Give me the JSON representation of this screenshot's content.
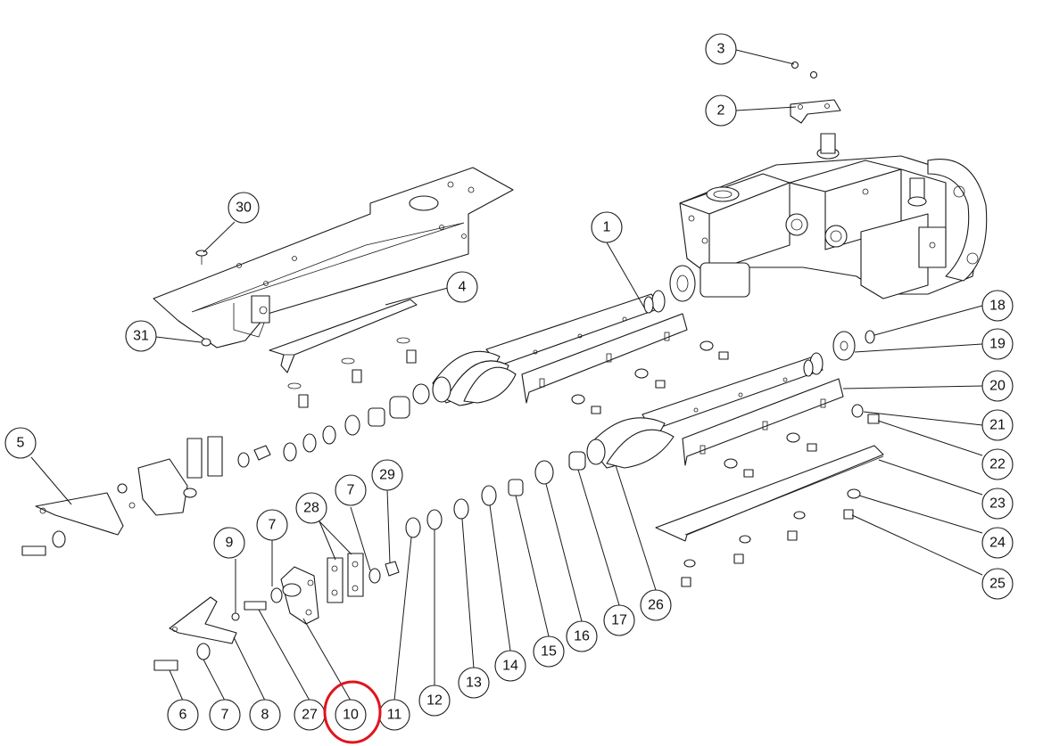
{
  "diagram": {
    "highlight_color": "#e0141e",
    "highlighted_callout": "10",
    "callouts": {
      "c1": "1",
      "c2": "2",
      "c3": "3",
      "c4": "4",
      "c5": "5",
      "c6": "6",
      "c7a": "7",
      "c7b": "7",
      "c7c": "7",
      "c8": "8",
      "c9": "9",
      "c10": "10",
      "c11": "11",
      "c12": "12",
      "c13": "13",
      "c14": "14",
      "c15": "15",
      "c16": "16",
      "c17": "17",
      "c18": "18",
      "c19": "19",
      "c20": "20",
      "c21": "21",
      "c22": "22",
      "c23": "23",
      "c24": "24",
      "c25": "25",
      "c26": "26",
      "c27": "27",
      "c28": "28",
      "c29": "29",
      "c30": "30",
      "c31": "31"
    }
  }
}
